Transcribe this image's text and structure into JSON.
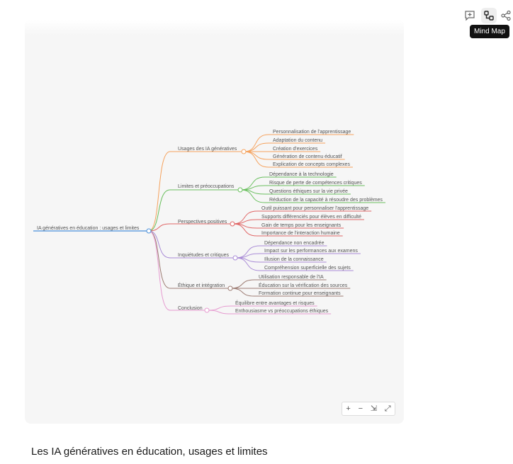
{
  "toolbar": {
    "tooltip": "Mind Map",
    "icons": [
      "add-comment-icon",
      "mind-map-icon",
      "share-icon"
    ]
  },
  "caption": "Les IA génératives en éducation, usages et limites",
  "controls": {
    "zoom_in": "+",
    "zoom_out": "−",
    "fit": "⇲",
    "fullscreen": "⤢"
  },
  "mindmap": {
    "root": {
      "label": "IA génératives en éducation : usages et limites",
      "color": "#4a90d9"
    },
    "branches": [
      {
        "label": "Usages des IA génératives",
        "color": "#f5a25d",
        "children": [
          "Personnalisation de l'apprentissage",
          "Adaptation du contenu",
          "Création d'exercices",
          "Génération de contenu éducatif",
          "Explication de concepts complexes"
        ]
      },
      {
        "label": "Limites et préoccupations",
        "color": "#6abf5e",
        "children": [
          "Dépendance à la technologie",
          "Risque de perte de compétences critiques",
          "Questions éthiques sur la vie privée",
          "Réduction de la capacité à résoudre des problèmes"
        ]
      },
      {
        "label": "Perspectives positives",
        "color": "#e06666",
        "children": [
          "Outil puissant pour personnaliser l'apprentissage",
          "Supports différenciés pour élèves en difficulté",
          "Gain de temps pour les enseignants",
          "Importance de l'interaction humaine"
        ]
      },
      {
        "label": "Inquiétudes et critiques",
        "color": "#a98bd6",
        "children": [
          "Dépendance non encadrée",
          "Impact sur les performances aux examens",
          "Illusion de la connaissance",
          "Compréhension superficielle des sujets"
        ]
      },
      {
        "label": "Éthique et intégration",
        "color": "#9c7b72",
        "children": [
          "Utilisation responsable de l'IA",
          "Éducation sur la vérification des sources",
          "Formation continue pour enseignants"
        ]
      },
      {
        "label": "Conclusion",
        "color": "#e69bd0",
        "children": [
          "Équilibre entre avantages et risques",
          "Enthousiasme vs préoccupations éthiques"
        ]
      }
    ]
  }
}
